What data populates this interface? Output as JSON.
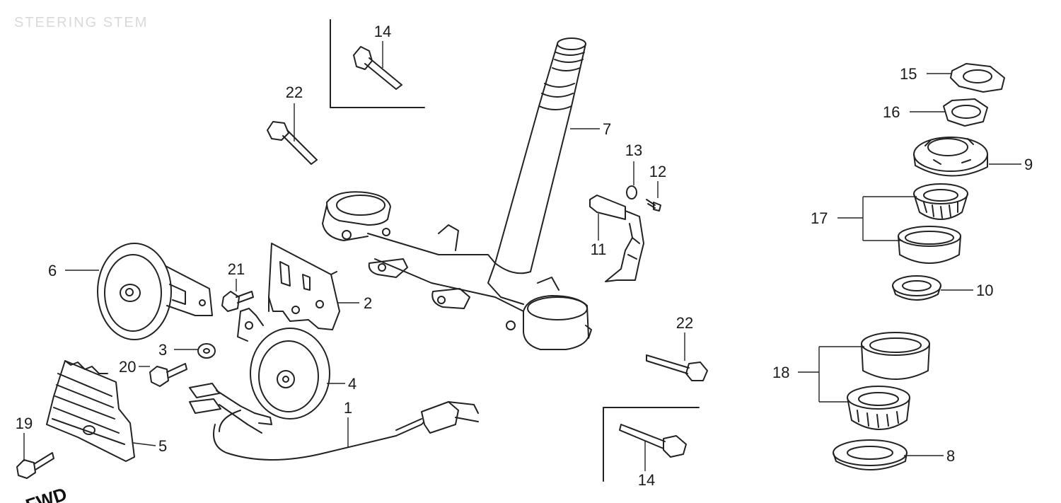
{
  "diagram": {
    "title": "STEERING STEM",
    "direction_text": "FWD"
  },
  "labels": {
    "p1": "1",
    "p2": "2",
    "p3": "3",
    "p4": "4",
    "p5": "5",
    "p6": "6",
    "p7": "7",
    "p8": "8",
    "p9": "9",
    "p10": "10",
    "p11": "11",
    "p12": "12",
    "p13": "13",
    "p14_top": "14",
    "p14_bottom": "14",
    "p15": "15",
    "p16": "16",
    "p17": "17",
    "p18": "18",
    "p19": "19",
    "p20": "20",
    "p21": "21",
    "p22_top": "22",
    "p22_right": "22"
  },
  "colors": {
    "ink": "#222222",
    "background": "#ffffff",
    "title": "#d9d9d9"
  }
}
